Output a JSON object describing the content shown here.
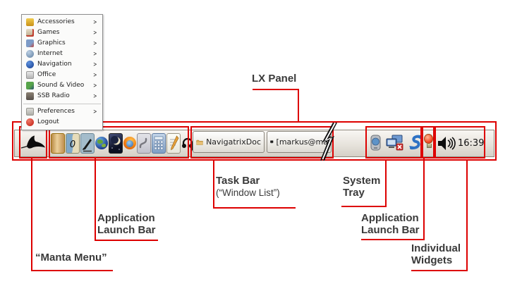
{
  "annotation": {
    "color": "#dd0000",
    "labels": {
      "lx_panel": "LX Panel",
      "task_bar_line1": "Task Bar",
      "task_bar_line2": "(“Window List”)",
      "system_tray_line1": "System",
      "system_tray_line2": "Tray",
      "app_launch_line1": "Application",
      "app_launch_line2": "Launch Bar",
      "widgets_line1": "Individual",
      "widgets_line2": "Widgets",
      "manta_menu": "“Manta Menu”"
    }
  },
  "menu": {
    "submenu_arrow": ">",
    "items": [
      {
        "label": "Accessories",
        "icon": "accessories-icon",
        "has_submenu": true
      },
      {
        "label": "Games",
        "icon": "games-icon",
        "has_submenu": true
      },
      {
        "label": "Graphics",
        "icon": "graphics-icon",
        "has_submenu": true
      },
      {
        "label": "Internet",
        "icon": "internet-icon",
        "has_submenu": true
      },
      {
        "label": "Navigation",
        "icon": "navigation-icon",
        "has_submenu": true
      },
      {
        "label": "Office",
        "icon": "office-icon",
        "has_submenu": true
      },
      {
        "label": "Sound & Video",
        "icon": "sound-video-icon",
        "has_submenu": true
      },
      {
        "label": "SSB Radio",
        "icon": "ssb-radio-icon",
        "has_submenu": true
      },
      {
        "label": "Preferences",
        "icon": "preferences-icon",
        "has_submenu": true
      },
      {
        "label": "Logout",
        "icon": "logout-icon",
        "has_submenu": false
      }
    ]
  },
  "panel": {
    "launchers": [
      "file-manager-icon",
      "chart-plotter-icon",
      "logbook-icon",
      "world-globe-icon",
      "night-sky-icon",
      "firefox-icon",
      "image-viewer-icon",
      "calculator-icon",
      "text-editor-icon",
      "headphones-icon"
    ],
    "taskbar": [
      {
        "title": "NavigatrixDoc",
        "icon": "folder-icon"
      },
      {
        "title": "[markus@ma",
        "icon": "terminal-icon"
      }
    ],
    "tray": [
      "gps-device-icon",
      "network-computers-icon",
      "update-swirl-icon"
    ],
    "lightbulb": "lightbulb-icon",
    "volume": "volume-icon",
    "clock": "16:39"
  }
}
